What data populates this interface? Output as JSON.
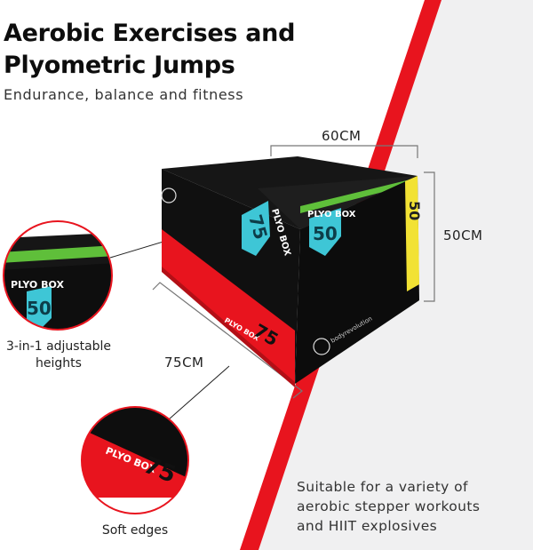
{
  "header": {
    "title_line1": "Aerobic Exercises and",
    "title_line2": "Plyometric Jumps",
    "subtitle": "Endurance, balance and fitness"
  },
  "dimensions": {
    "width": "60CM",
    "height": "50CM",
    "depth": "75CM"
  },
  "box": {
    "label": "PLYO BOX",
    "face_50": "50",
    "face_75": "75",
    "top_50": "50",
    "brand": "bodyrevolution"
  },
  "callouts": {
    "adjustable_line1": "3-in-1 adjustable",
    "adjustable_line2": "heights",
    "soft_edges": "Soft edges"
  },
  "note": {
    "line1": "Suitable for a variety of",
    "line2": "aerobic stepper workouts",
    "line3": "and HIIT explosives"
  },
  "colors": {
    "stripe_red": "#e8141e",
    "box_black": "#0e0e0e",
    "shield_teal": "#3ec6d6",
    "accent_green": "#5fbf3a",
    "accent_yellow": "#f2e234",
    "background_right": "#f0f0f1"
  }
}
